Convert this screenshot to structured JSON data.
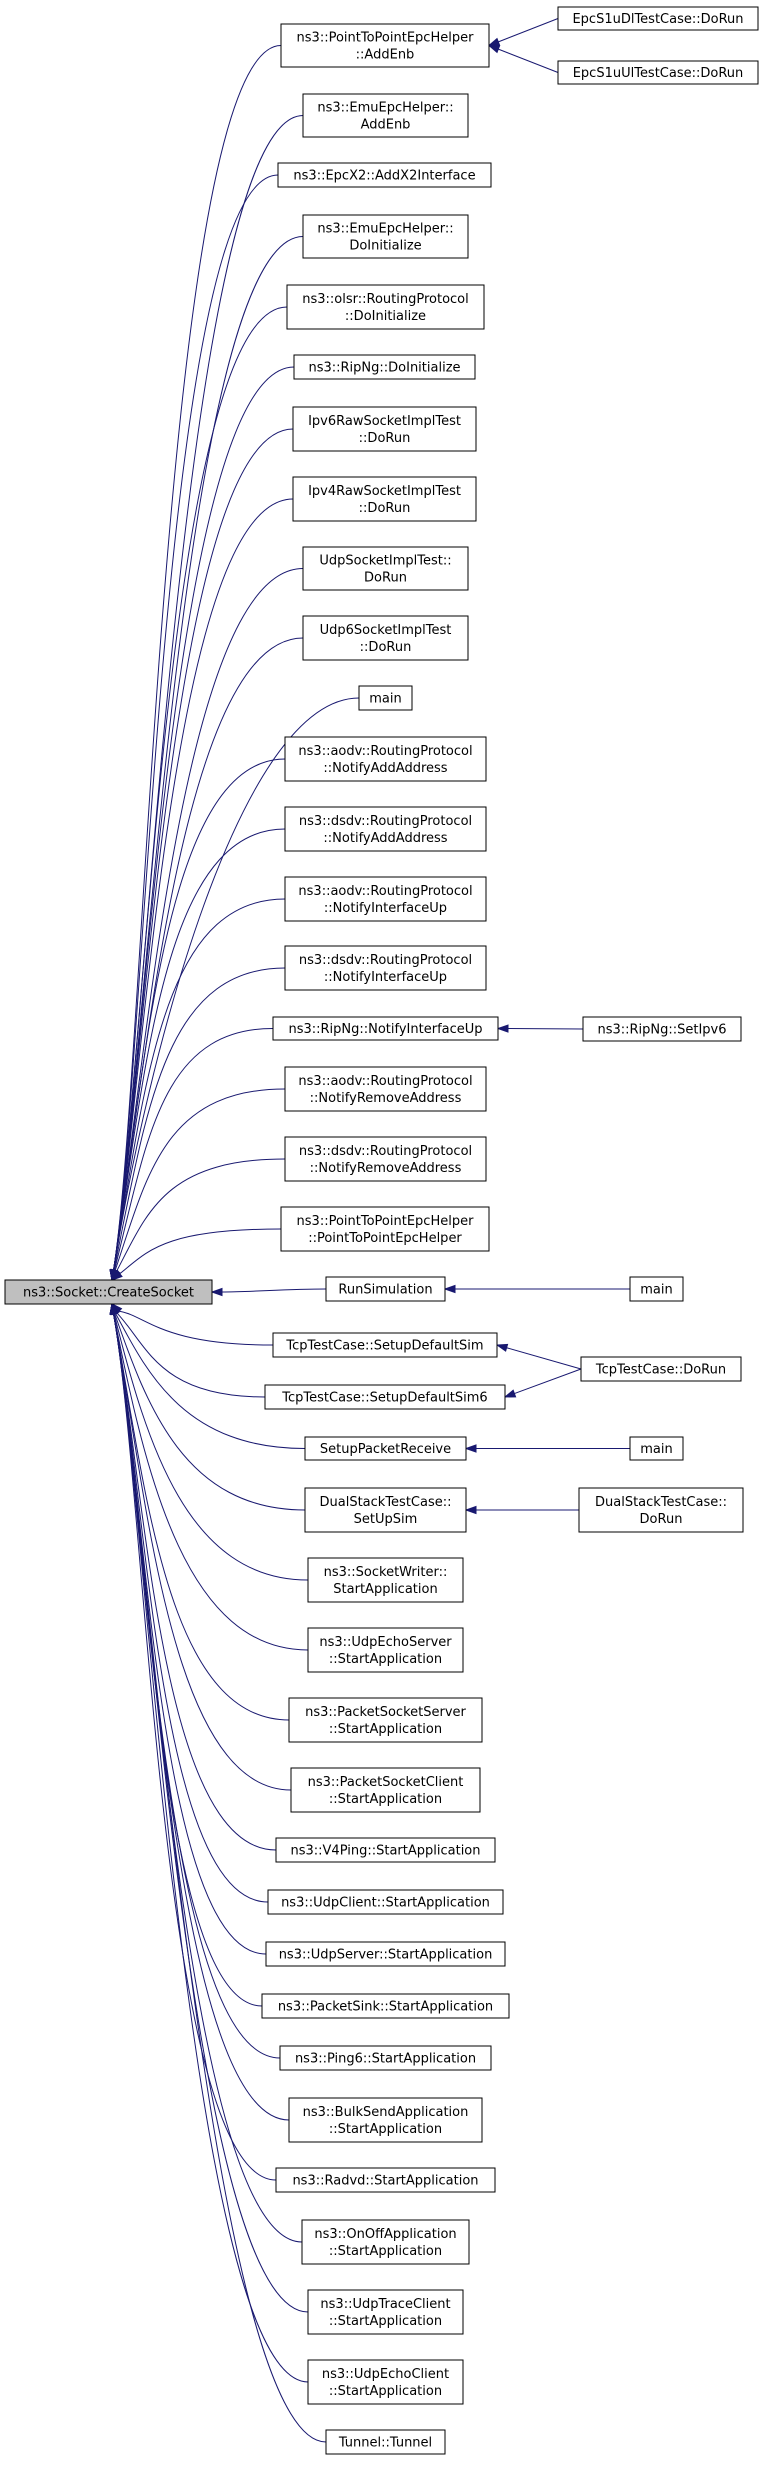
{
  "graph": {
    "root": "CreateSocket",
    "nodes": [
      {
        "id": "CreateSocket",
        "lines": [
          "ns3::Socket::CreateSocket"
        ]
      },
      {
        "id": "P2PAddEnb",
        "lines": [
          "ns3::PointToPointEpcHelper",
          "::AddEnb"
        ]
      },
      {
        "id": "EpcS1uDl",
        "lines": [
          "EpcS1uDlTestCase::DoRun"
        ]
      },
      {
        "id": "EpcS1uUl",
        "lines": [
          "EpcS1uUlTestCase::DoRun"
        ]
      },
      {
        "id": "EmuAddEnb",
        "lines": [
          "ns3::EmuEpcHelper::",
          "AddEnb"
        ]
      },
      {
        "id": "EpcX2",
        "lines": [
          "ns3::EpcX2::AddX2Interface"
        ]
      },
      {
        "id": "EmuDoInit",
        "lines": [
          "ns3::EmuEpcHelper::",
          "DoInitialize"
        ]
      },
      {
        "id": "OlsrDoInit",
        "lines": [
          "ns3::olsr::RoutingProtocol",
          "::DoInitialize"
        ]
      },
      {
        "id": "RipNgDoInit",
        "lines": [
          "ns3::RipNg::DoInitialize"
        ]
      },
      {
        "id": "Ipv6Raw",
        "lines": [
          "Ipv6RawSocketImplTest",
          "::DoRun"
        ]
      },
      {
        "id": "Ipv4Raw",
        "lines": [
          "Ipv4RawSocketImplTest",
          "::DoRun"
        ]
      },
      {
        "id": "UdpSockTest",
        "lines": [
          "UdpSocketImplTest::",
          "DoRun"
        ]
      },
      {
        "id": "Udp6SockTest",
        "lines": [
          "Udp6SocketImplTest",
          "::DoRun"
        ]
      },
      {
        "id": "Main1",
        "lines": [
          "main"
        ]
      },
      {
        "id": "AodvAddAddr",
        "lines": [
          "ns3::aodv::RoutingProtocol",
          "::NotifyAddAddress"
        ]
      },
      {
        "id": "DsdvAddAddr",
        "lines": [
          "ns3::dsdv::RoutingProtocol",
          "::NotifyAddAddress"
        ]
      },
      {
        "id": "AodvIfUp",
        "lines": [
          "ns3::aodv::RoutingProtocol",
          "::NotifyInterfaceUp"
        ]
      },
      {
        "id": "DsdvIfUp",
        "lines": [
          "ns3::dsdv::RoutingProtocol",
          "::NotifyInterfaceUp"
        ]
      },
      {
        "id": "RipNgIfUp",
        "lines": [
          "ns3::RipNg::NotifyInterfaceUp"
        ]
      },
      {
        "id": "RipNgSetIpv6",
        "lines": [
          "ns3::RipNg::SetIpv6"
        ]
      },
      {
        "id": "AodvRemAddr",
        "lines": [
          "ns3::aodv::RoutingProtocol",
          "::NotifyRemoveAddress"
        ]
      },
      {
        "id": "DsdvRemAddr",
        "lines": [
          "ns3::dsdv::RoutingProtocol",
          "::NotifyRemoveAddress"
        ]
      },
      {
        "id": "P2PCtor",
        "lines": [
          "ns3::PointToPointEpcHelper",
          "::PointToPointEpcHelper"
        ]
      },
      {
        "id": "RunSim",
        "lines": [
          "RunSimulation"
        ]
      },
      {
        "id": "Main2",
        "lines": [
          "main"
        ]
      },
      {
        "id": "TcpSetupSim",
        "lines": [
          "TcpTestCase::SetupDefaultSim"
        ]
      },
      {
        "id": "TcpSetupSim6",
        "lines": [
          "TcpTestCase::SetupDefaultSim6"
        ]
      },
      {
        "id": "TcpDoRun",
        "lines": [
          "TcpTestCase::DoRun"
        ]
      },
      {
        "id": "SetupPktRecv",
        "lines": [
          "SetupPacketReceive"
        ]
      },
      {
        "id": "Main3",
        "lines": [
          "main"
        ]
      },
      {
        "id": "DualSetup",
        "lines": [
          "DualStackTestCase::",
          "SetUpSim"
        ]
      },
      {
        "id": "DualDoRun",
        "lines": [
          "DualStackTestCase::",
          "DoRun"
        ]
      },
      {
        "id": "SockWriter",
        "lines": [
          "ns3::SocketWriter::",
          "StartApplication"
        ]
      },
      {
        "id": "UdpEchoServer",
        "lines": [
          "ns3::UdpEchoServer",
          "::StartApplication"
        ]
      },
      {
        "id": "PktSockServer",
        "lines": [
          "ns3::PacketSocketServer",
          "::StartApplication"
        ]
      },
      {
        "id": "PktSockClient",
        "lines": [
          "ns3::PacketSocketClient",
          "::StartApplication"
        ]
      },
      {
        "id": "V4Ping",
        "lines": [
          "ns3::V4Ping::StartApplication"
        ]
      },
      {
        "id": "UdpClient",
        "lines": [
          "ns3::UdpClient::StartApplication"
        ]
      },
      {
        "id": "UdpServer",
        "lines": [
          "ns3::UdpServer::StartApplication"
        ]
      },
      {
        "id": "PacketSink",
        "lines": [
          "ns3::PacketSink::StartApplication"
        ]
      },
      {
        "id": "Ping6",
        "lines": [
          "ns3::Ping6::StartApplication"
        ]
      },
      {
        "id": "BulkSend",
        "lines": [
          "ns3::BulkSendApplication",
          "::StartApplication"
        ]
      },
      {
        "id": "Radvd",
        "lines": [
          "ns3::Radvd::StartApplication"
        ]
      },
      {
        "id": "OnOff",
        "lines": [
          "ns3::OnOffApplication",
          "::StartApplication"
        ]
      },
      {
        "id": "UdpTrace",
        "lines": [
          "ns3::UdpTraceClient",
          "::StartApplication"
        ]
      },
      {
        "id": "UdpEchoClient",
        "lines": [
          "ns3::UdpEchoClient",
          "::StartApplication"
        ]
      },
      {
        "id": "Tunnel",
        "lines": [
          "Tunnel::Tunnel"
        ]
      }
    ],
    "edges": [
      {
        "from": "P2PAddEnb",
        "to": "CreateSocket"
      },
      {
        "from": "EpcS1uDl",
        "to": "P2PAddEnb"
      },
      {
        "from": "EpcS1uUl",
        "to": "P2PAddEnb"
      },
      {
        "from": "EmuAddEnb",
        "to": "CreateSocket"
      },
      {
        "from": "EpcX2",
        "to": "CreateSocket"
      },
      {
        "from": "EmuDoInit",
        "to": "CreateSocket"
      },
      {
        "from": "OlsrDoInit",
        "to": "CreateSocket"
      },
      {
        "from": "RipNgDoInit",
        "to": "CreateSocket"
      },
      {
        "from": "Ipv6Raw",
        "to": "CreateSocket"
      },
      {
        "from": "Ipv4Raw",
        "to": "CreateSocket"
      },
      {
        "from": "UdpSockTest",
        "to": "CreateSocket"
      },
      {
        "from": "Udp6SockTest",
        "to": "CreateSocket"
      },
      {
        "from": "Main1",
        "to": "CreateSocket"
      },
      {
        "from": "AodvAddAddr",
        "to": "CreateSocket"
      },
      {
        "from": "DsdvAddAddr",
        "to": "CreateSocket"
      },
      {
        "from": "AodvIfUp",
        "to": "CreateSocket"
      },
      {
        "from": "DsdvIfUp",
        "to": "CreateSocket"
      },
      {
        "from": "RipNgIfUp",
        "to": "CreateSocket"
      },
      {
        "from": "RipNgSetIpv6",
        "to": "RipNgIfUp"
      },
      {
        "from": "AodvRemAddr",
        "to": "CreateSocket"
      },
      {
        "from": "DsdvRemAddr",
        "to": "CreateSocket"
      },
      {
        "from": "P2PCtor",
        "to": "CreateSocket"
      },
      {
        "from": "RunSim",
        "to": "CreateSocket"
      },
      {
        "from": "Main2",
        "to": "RunSim"
      },
      {
        "from": "TcpSetupSim",
        "to": "CreateSocket"
      },
      {
        "from": "TcpSetupSim6",
        "to": "CreateSocket"
      },
      {
        "from": "TcpDoRun",
        "to": "TcpSetupSim"
      },
      {
        "from": "TcpDoRun",
        "to": "TcpSetupSim6"
      },
      {
        "from": "SetupPktRecv",
        "to": "CreateSocket"
      },
      {
        "from": "Main3",
        "to": "SetupPktRecv"
      },
      {
        "from": "DualSetup",
        "to": "CreateSocket"
      },
      {
        "from": "DualDoRun",
        "to": "DualSetup"
      },
      {
        "from": "SockWriter",
        "to": "CreateSocket"
      },
      {
        "from": "UdpEchoServer",
        "to": "CreateSocket"
      },
      {
        "from": "PktSockServer",
        "to": "CreateSocket"
      },
      {
        "from": "PktSockClient",
        "to": "CreateSocket"
      },
      {
        "from": "V4Ping",
        "to": "CreateSocket"
      },
      {
        "from": "UdpClient",
        "to": "CreateSocket"
      },
      {
        "from": "UdpServer",
        "to": "CreateSocket"
      },
      {
        "from": "PacketSink",
        "to": "CreateSocket"
      },
      {
        "from": "Ping6",
        "to": "CreateSocket"
      },
      {
        "from": "BulkSend",
        "to": "CreateSocket"
      },
      {
        "from": "Radvd",
        "to": "CreateSocket"
      },
      {
        "from": "OnOff",
        "to": "CreateSocket"
      },
      {
        "from": "UdpTrace",
        "to": "CreateSocket"
      },
      {
        "from": "UdpEchoClient",
        "to": "CreateSocket"
      },
      {
        "from": "Tunnel",
        "to": "CreateSocket"
      }
    ]
  }
}
